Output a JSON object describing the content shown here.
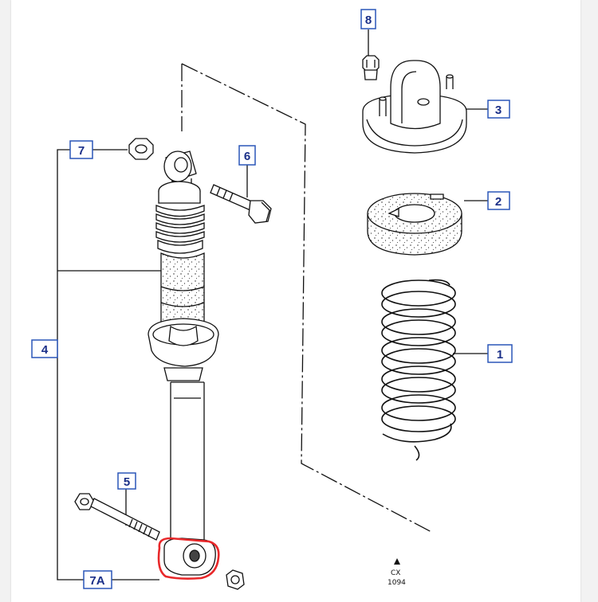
{
  "callouts": {
    "c1": "1",
    "c2": "2",
    "c3": "3",
    "c4": "4",
    "c5": "5",
    "c6": "6",
    "c7": "7",
    "c7a": "7A",
    "c8": "8"
  },
  "reference": {
    "code_line1": "CX",
    "code_line2": "1094"
  },
  "colors": {
    "callout_border": "#2a56b8",
    "callout_text": "#1a2f88",
    "highlight": "#e8282a",
    "line": "#111111"
  }
}
